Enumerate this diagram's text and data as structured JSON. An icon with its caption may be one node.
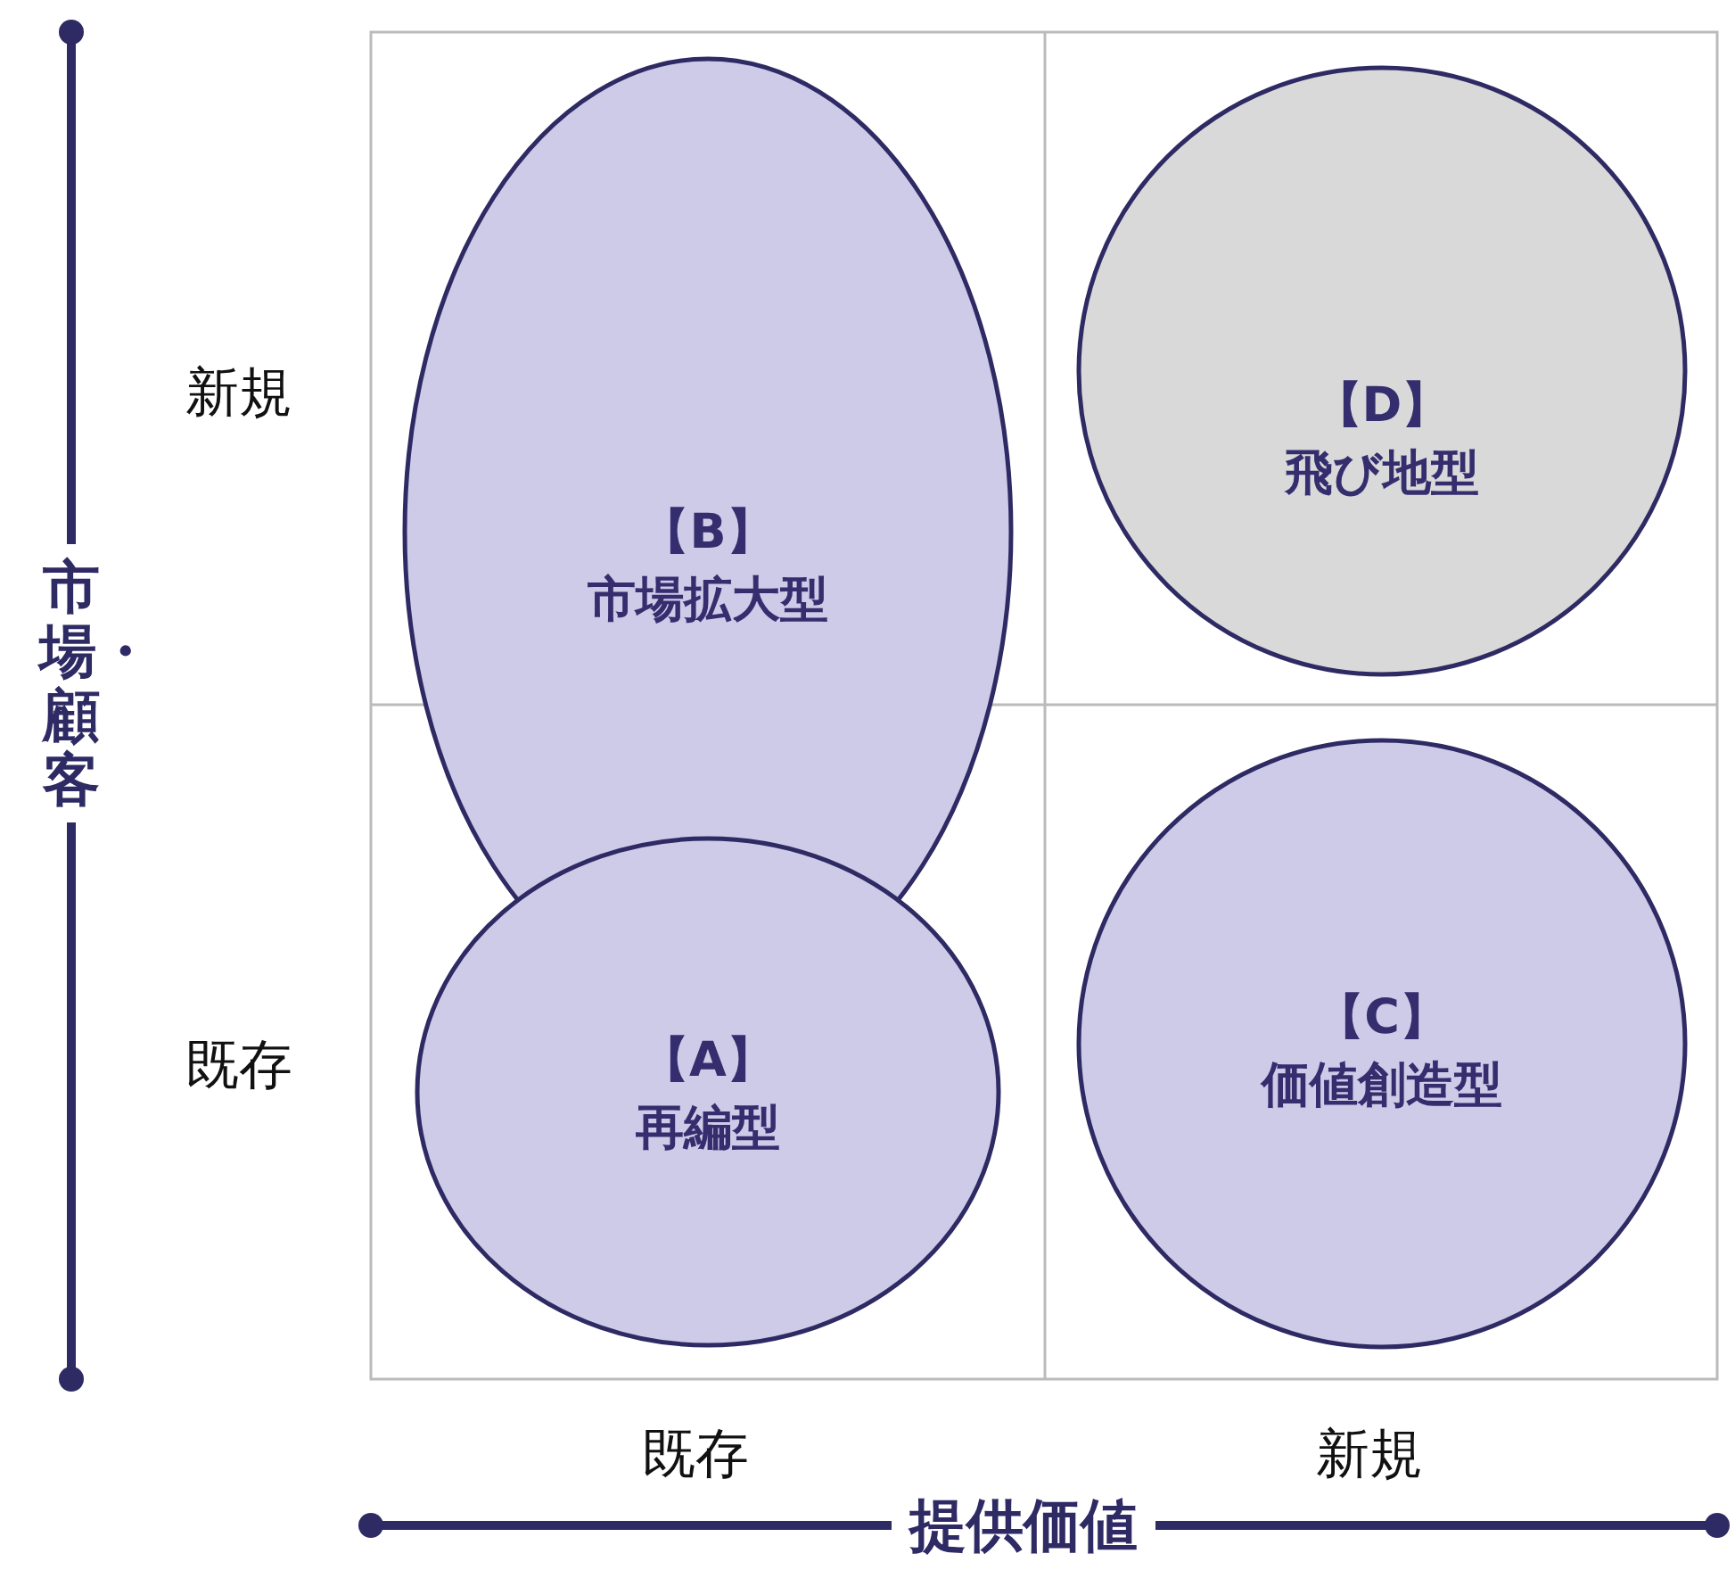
{
  "diagram": {
    "nodes": [
      {
        "text": [
          "【B】",
          "市場拡大型"
        ]
      },
      {
        "text": [
          "【D】",
          "飛び地型"
        ]
      },
      {
        "text": [
          "【A】",
          "再編型"
        ]
      },
      {
        "text": [
          "【C】",
          "価値創造型"
        ]
      }
    ],
    "labels": [
      "新規",
      "市場・顧客",
      "既存",
      "既存",
      "新規",
      "提供価値"
    ]
  }
}
